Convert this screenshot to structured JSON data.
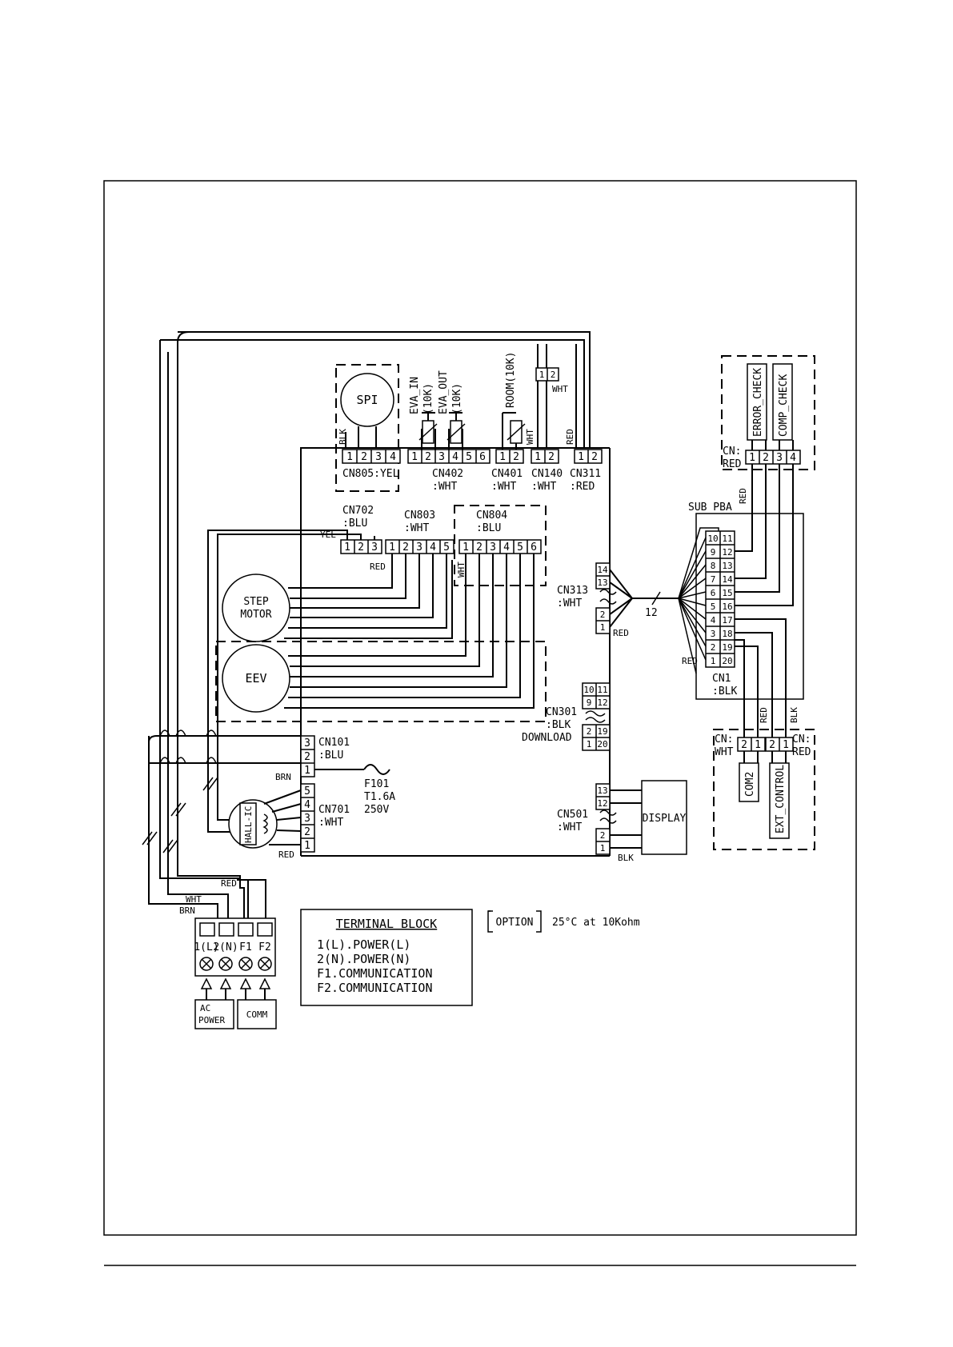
{
  "diagram": {
    "spi": "SPI",
    "step_motor": [
      "STEP",
      "MOTOR"
    ],
    "eev": "EEV",
    "hall_ic": "HALL-IC",
    "display": "DISPLAY",
    "sub_pba": "SUB PBA",
    "cn805": "CN805:YEL",
    "cn402": [
      "CN402",
      ":WHT"
    ],
    "cn401": [
      "CN401",
      ":WHT"
    ],
    "cn140": [
      "CN140",
      ":WHT"
    ],
    "cn311": [
      "CN311",
      ":RED"
    ],
    "cn702": [
      "CN702",
      ":BLU"
    ],
    "cn803": [
      "CN803",
      ":WHT"
    ],
    "cn804": [
      "CN804",
      ":BLU"
    ],
    "cn313": [
      "CN313",
      ":WHT"
    ],
    "cn301": [
      "CN301",
      ":BLK",
      "DOWNLOAD"
    ],
    "cn101": [
      "CN101",
      ":BLU"
    ],
    "cn701": [
      "CN701",
      ":WHT"
    ],
    "cn501": [
      "CN501",
      ":WHT"
    ],
    "cn1": [
      "CN1",
      ":BLK"
    ],
    "cn_red_top": [
      "CN:",
      "RED"
    ],
    "cn_wht_bottom": [
      "CN:",
      "WHT"
    ],
    "cn_red_bottom": [
      "CN:",
      "RED"
    ],
    "fuse": [
      "F101",
      "T1.6A",
      "250V"
    ],
    "sensors": {
      "eva_in": "EVA_IN",
      "eva_in_r": "(10K)",
      "eva_out": "EVA_OUT",
      "eva_out_r": "(10K)",
      "room": "ROOM(10K)",
      "error_check": "ERROR_CHECK",
      "comp_check": "COMP_CHECK",
      "com2": "COM2",
      "ext_control": "EXT_CONTROL"
    },
    "wire_colors": {
      "blk": "BLK",
      "wht": "WHT",
      "red": "RED",
      "yel": "YEL",
      "brn": "BRN"
    },
    "bundle_count": "12",
    "terminals": [
      "1(L)",
      "2(N)",
      "F1",
      "F2"
    ],
    "ac_power": [
      "AC",
      "POWER"
    ],
    "comm": "COMM"
  },
  "terminal_block": {
    "title": "TERMINAL BLOCK",
    "lines": [
      "1(L).POWER(L)",
      "2(N).POWER(N)",
      "F1.COMMUNICATION",
      "F2.COMMUNICATION"
    ]
  },
  "legend": {
    "option": "OPTION",
    "note": "25°C at 10Kohm"
  }
}
